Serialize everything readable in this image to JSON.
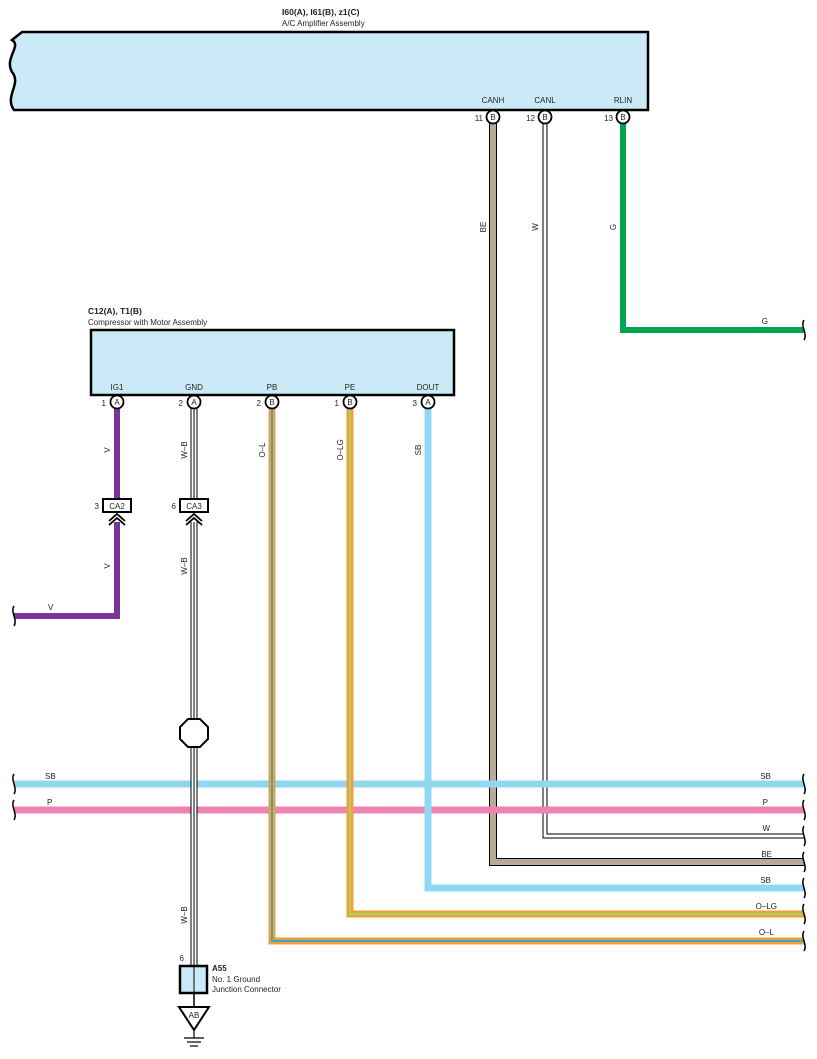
{
  "amplifier": {
    "connector_ids": "I60(A), I61(B), z1(C)",
    "name": "A/C Amplifier Assembly",
    "pins": [
      {
        "label": "CANH",
        "num": "11",
        "conn": "B",
        "wire": "BE"
      },
      {
        "label": "CANL",
        "num": "12",
        "conn": "B",
        "wire": "W"
      },
      {
        "label": "RLIN",
        "num": "13",
        "conn": "B",
        "wire": "G"
      }
    ]
  },
  "compressor": {
    "connector_ids": "C12(A), T1(B)",
    "name": "Compressor with Motor Assembly",
    "pins": [
      {
        "label": "IG1",
        "num": "1",
        "conn": "A",
        "wire": "V"
      },
      {
        "label": "GND",
        "num": "2",
        "conn": "A",
        "wire": "W–B"
      },
      {
        "label": "PB",
        "num": "2",
        "conn": "B",
        "wire": "O–L"
      },
      {
        "label": "PE",
        "num": "1",
        "conn": "B",
        "wire": "O–LG"
      },
      {
        "label": "DOUT",
        "num": "3",
        "conn": "A",
        "wire": "SB"
      }
    ]
  },
  "inline_connectors": [
    {
      "num": "3",
      "id": "CA2",
      "wire_below": "V"
    },
    {
      "num": "6",
      "id": "CA3",
      "wire_below": "W–B"
    }
  ],
  "ground_connector": {
    "id": "A55",
    "name_line1": "No.  1 Ground",
    "name_line2": "Junction Connector",
    "pin": "6",
    "wire": "W–B",
    "ground_point": "AB"
  },
  "right_exits": {
    "g_top": "G",
    "sb": "SB",
    "p": "P",
    "w": "W",
    "be": "BE",
    "sb2": "SB",
    "olg": "O–LG",
    "ol": "O–L"
  },
  "left_exits": {
    "v": "V",
    "sb": "SB",
    "p": "P"
  },
  "colors": {
    "body_fill": "#cbeaf7",
    "violet": "#7a3398",
    "beige": "#baa898",
    "green": "#00a550",
    "sky_blue": "#8fd8f4",
    "pink": "#ee82b3",
    "orange": "#f0a030",
    "blue_stripe": "#3aa6d8",
    "lightgreen_stripe": "#a8d070"
  }
}
